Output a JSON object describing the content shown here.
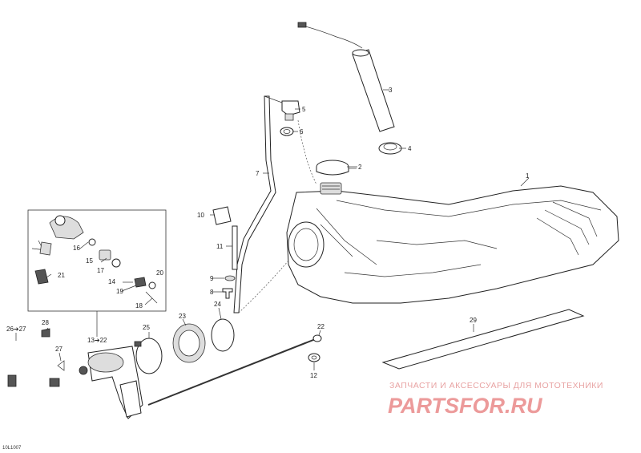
{
  "diagram": {
    "callouts": [
      "1",
      "2",
      "3",
      "4",
      "5",
      "6",
      "7",
      "8",
      "9",
      "10",
      "11",
      "12",
      "13",
      "14",
      "15",
      "16",
      "17",
      "18",
      "19",
      "20",
      "21",
      "22",
      "23",
      "24",
      "25",
      "26",
      "27",
      "28",
      "29"
    ],
    "ref_13": "13➔22",
    "ref_26": "26➔27",
    "doc_code": "10L1007"
  },
  "watermark": {
    "tagline": "ЗАПЧАСТИ И АКСЕССУАРЫ ДЛЯ МОТОТЕХНИКИ",
    "logo": "PARTSFOR.RU"
  }
}
